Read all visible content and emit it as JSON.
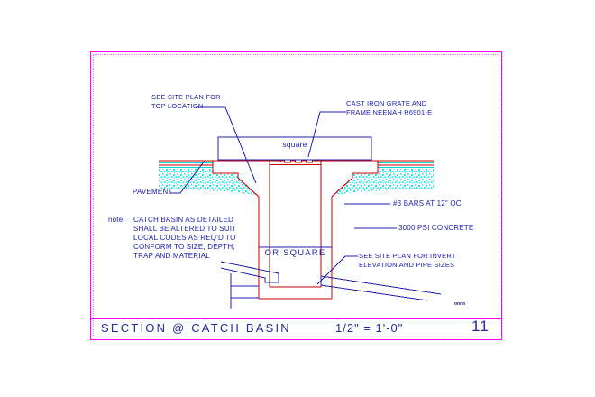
{
  "colors": {
    "border_magenta": "#FF00FF",
    "structure_red": "#CB0000",
    "annotation_blue": "#2020B0",
    "pavement_cyan": "#00D9D9",
    "title_navy": "#28289A",
    "background": "#FFFFFF"
  },
  "annotations": {
    "top_location": "SEE SITE PLAN FOR\nTOP LOCATION",
    "grate_frame": "CAST IRON GRATE AND\nFRAME NEENAH R6901-E",
    "grate_shape": "square",
    "pavement": "PAVEMENT",
    "rebar": "#3 BARS AT 12\" OC",
    "concrete": "3000 PSI CONCRETE",
    "or_square": "OR SQUARE",
    "invert": "SEE SITE PLAN FOR INVERT\nELEVATION AND PIPE SIZES",
    "note_label": "note:",
    "note_body": "CATCH BASIN AS DETAILED\nSHALL BE ALTERED TO SUIT\nLOCAL CODES AS REQ'D TO\nCONFORM TO SIZE, DEPTH,\nTRAP AND MATERIAL",
    "maker_mark": "onno"
  },
  "title_block": {
    "title": "SECTION @ CATCH BASIN",
    "scale": "1/2\" = 1'-0\"",
    "sheet_number": "11"
  }
}
